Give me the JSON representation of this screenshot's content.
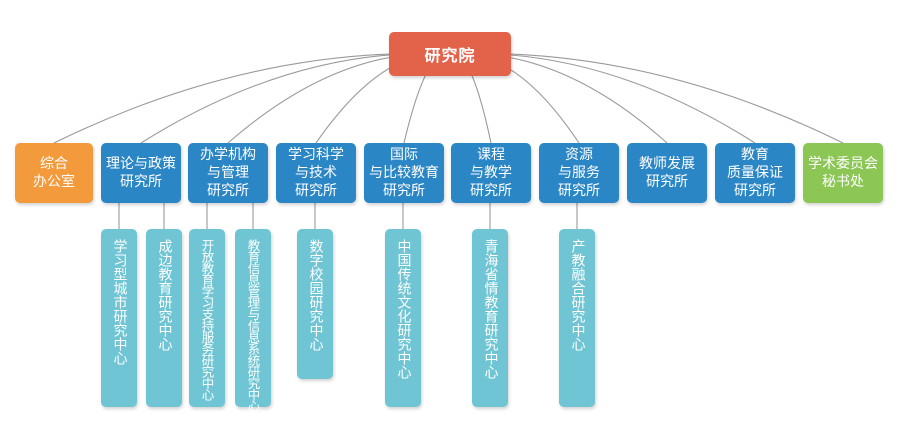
{
  "root": {
    "label": "研究院"
  },
  "departments": [
    {
      "label": "综合\n办公室",
      "color": "#f39a3c"
    },
    {
      "label": "理论与政策\n研究所",
      "color": "#2b86c5"
    },
    {
      "label": "办学机构\n与管理\n研究所",
      "color": "#2b86c5"
    },
    {
      "label": "学习科学\n与技术\n研究所",
      "color": "#2b86c5"
    },
    {
      "label": "国际\n与比较教育\n研究所",
      "color": "#2b86c5"
    },
    {
      "label": "课程\n与教学\n研究所",
      "color": "#2b86c5"
    },
    {
      "label": "资源\n与服务\n研究所",
      "color": "#2b86c5"
    },
    {
      "label": "教师发展\n研究所",
      "color": "#2b86c5"
    },
    {
      "label": "教育\n质量保证\n研究所",
      "color": "#2b86c5"
    },
    {
      "label": "学术委员会\n秘书处",
      "color": "#8cc655"
    }
  ],
  "centers": [
    {
      "label": "学习型城市研究中心",
      "parent": 1
    },
    {
      "label": "成边教育研究中心",
      "parent": 1
    },
    {
      "label": "开放教育学习支持服务研究中心",
      "parent": 2
    },
    {
      "label": "教育信息管理与信息系统研究中心",
      "parent": 2
    },
    {
      "label": "数字校园研究中心",
      "parent": 3
    },
    {
      "label": "中国传统文化研究中心",
      "parent": 4
    },
    {
      "label": "青海省情教育研究中心",
      "parent": 5
    },
    {
      "label": "产教融合研究中心",
      "parent": 6
    }
  ],
  "colors": {
    "root": "#e2624a",
    "department": "#2b86c5",
    "office": "#f39a3c",
    "secretariat": "#8cc655",
    "center": "#6fc5d4",
    "connector": "#9a9a9a"
  }
}
